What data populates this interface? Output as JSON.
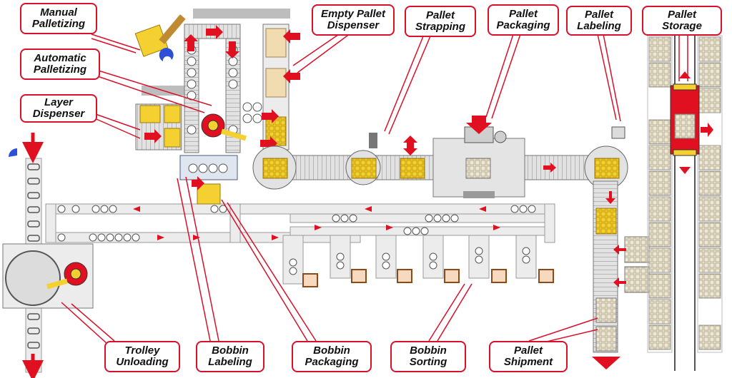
{
  "labels": {
    "manual_palletizing": "Manual\nPalletizing",
    "automatic_palletizing": "Automatic\nPalletizing",
    "layer_dispenser": "Layer\nDispenser",
    "empty_pallet_dispenser": "Empty Pallet\nDispenser",
    "pallet_strapping": "Pallet\nStrapping",
    "pallet_packaging": "Pallet\nPackaging",
    "pallet_labeling": "Pallet\nLabeling",
    "pallet_storage": "Pallet\nStorage",
    "trolley_unloading": "Trolley\nUnloading",
    "bobbin_labeling": "Bobbin\nLabeling",
    "bobbin_packaging": "Bobbin\nPackaging",
    "bobbin_sorting": "Bobbin\nSorting",
    "pallet_shipment": "Pallet\nShipment"
  },
  "colors": {
    "callout_border": "#d8102a",
    "arrow": "#e01020",
    "conveyor": "#d8d8d8",
    "pallet": "#f4d030",
    "machine": "#c9c9c9",
    "robot": "#e01020",
    "sorter_arm": "#2f4fd8",
    "storage_cell": "#e8e0c8"
  }
}
